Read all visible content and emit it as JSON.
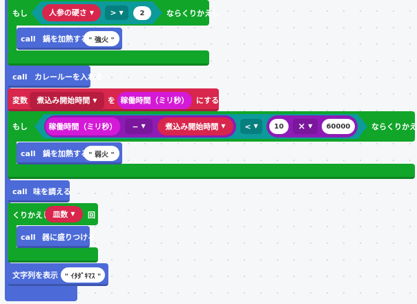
{
  "colors": {
    "logic": "#11a52a",
    "call": "#4c6bd8",
    "variable": "#d8264c",
    "compare": "#0c9a9a",
    "math": "#8e1bb5",
    "value": "#d41ad7"
  },
  "if1": {
    "keyword": "もし",
    "variable": "人参の硬さ",
    "operator": ">",
    "value": "2",
    "repeat_label": "ならくりかえし"
  },
  "call1": {
    "keyword": "call",
    "name": "鍋を加熱する",
    "arg": "\" 強火 \""
  },
  "call2": {
    "keyword": "call",
    "name": "カレールーを入れる"
  },
  "setvar": {
    "keyword": "変数",
    "variable": "煮込み開始時間",
    "op": "を",
    "value": "稼働時間（ミリ秒）",
    "suffix": "にする"
  },
  "if2": {
    "keyword": "もし",
    "left": "稼働時間（ミリ秒）",
    "math_op": "−",
    "right": "煮込み開始時間",
    "compare_op": "<",
    "num1": "10",
    "mul_op": "×",
    "num2": "60000",
    "repeat_label": "ならくりかえし"
  },
  "call3": {
    "keyword": "call",
    "name": "鍋を加熱する",
    "arg": "\" 弱火 \""
  },
  "call4": {
    "keyword": "call",
    "name": "味を調える"
  },
  "loop": {
    "keyword": "くりかえし",
    "variable": "皿数",
    "suffix": "回"
  },
  "call5": {
    "keyword": "call",
    "name": "器に盛りつける"
  },
  "show": {
    "keyword": "文字列を表示",
    "arg": "\" ｲﾀﾀﾞｷﾏｽ \""
  }
}
